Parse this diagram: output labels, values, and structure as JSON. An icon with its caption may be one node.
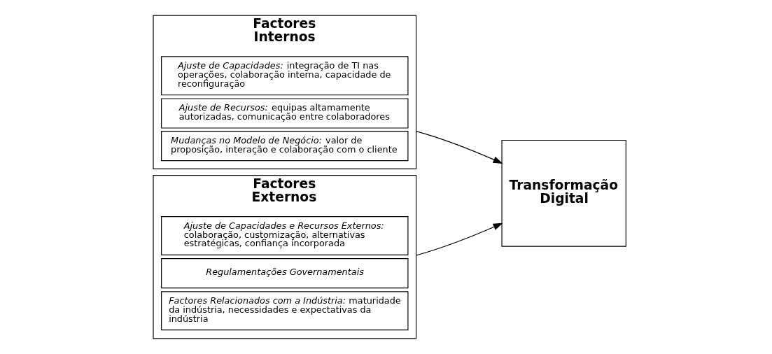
{
  "diagram": {
    "nodes": [
      {
        "text": [
          "Factores Internos"
        ]
      },
      {
        "text": [
          "*Ajuste de Capacidades:* integração de TI nas operações, colaboração interna, capacidade de reconfiguração"
        ],
        "in": 0
      },
      {
        "text": [
          "*Ajuste de Recursos:* equipas altamamente autorizadas, comunicação entre colaboradores"
        ],
        "in": 0
      },
      {
        "text": [
          "*Mudanças no Modelo de Negócio:* valor de proposição, interação e colaboração com o cliente"
        ],
        "in": 0
      },
      {
        "text": [
          "Factores Externos"
        ]
      },
      {
        "text": [
          "*Ajuste de Capacidades e Recursos Externos:* colaboração, customização, alternativas estratégicas, confiança incorporada"
        ],
        "in": 4
      },
      {
        "text": [
          "*Regulamentações Governamentais*"
        ],
        "in": 4
      },
      {
        "text": [
          "*Factores Relacionados com a Indústria:* maturidade da indústria, necessidades e expectativas da indústria"
        ],
        "in": 4
      },
      {
        "text": [
          "Transformação Digital"
        ]
      }
    ],
    "edges": [
      {
        "from": 0,
        "to": 8,
        "arrow": "to"
      },
      {
        "from": 4,
        "to": 8,
        "arrow": "to"
      }
    ]
  }
}
